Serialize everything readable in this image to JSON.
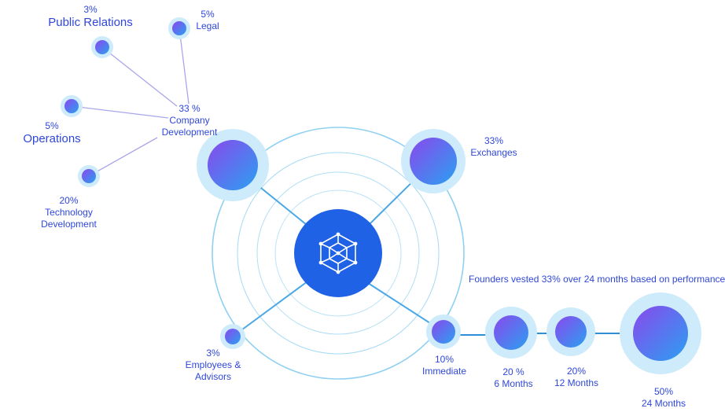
{
  "colors": {
    "label": "#2f47d8",
    "ring": "#8fd0f2",
    "halo": "#cdebfa",
    "link": "#a9a6ea",
    "hub": "#1f62e6",
    "node_start": "#8a48ee",
    "node_end": "#2aa0f0"
  },
  "center": {
    "icon": "network-cube-icon"
  },
  "company": {
    "percent": "33 %",
    "line1": "Company",
    "line2": "Development"
  },
  "subs": {
    "public_relations": {
      "percent": "3%",
      "name": "Public Relations"
    },
    "legal": {
      "percent": "5%",
      "name": "Legal"
    },
    "operations": {
      "percent": "5%",
      "name": "Operations"
    },
    "technology": {
      "percent": "20%",
      "line1": "Technology",
      "line2": "Development"
    }
  },
  "exchanges": {
    "percent": "33%",
    "name": "Exchanges"
  },
  "employees": {
    "percent": "3%",
    "line1": "Employees &",
    "line2": "Advisors"
  },
  "founders": {
    "note": "Founders vested 33% over 24 months based on performance",
    "immediate": {
      "percent": "10%",
      "name": "Immediate"
    },
    "six": {
      "percent": "20 %",
      "name": "6 Months"
    },
    "twelve": {
      "percent": "20%",
      "name": "12 Months"
    },
    "twentyfour": {
      "percent": "50%",
      "name": "24 Months"
    }
  }
}
